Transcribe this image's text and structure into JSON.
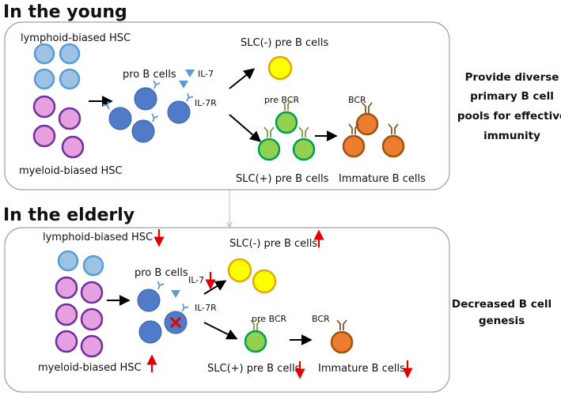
{
  "young": {
    "title": "In the young",
    "lymphoid_hsc": "lymphoid-biased HSC",
    "myeloid_hsc": "myeloid-biased HSC",
    "pro_b": "pro B cells",
    "il7": "IL-7",
    "il7r": "IL-7R",
    "slc_neg": "SLC(-) pre B cells",
    "pre_bcr": "pre BCR",
    "slc_pos": "SLC(+) pre B cells",
    "bcr": "BCR",
    "immature": "Immature B cells",
    "outcome_lines": [
      "Provide diverse",
      "primary B cell",
      "pools for effective",
      "immunity"
    ]
  },
  "elderly": {
    "title": "In the elderly",
    "lymphoid_hsc": "lymphoid-biased HSC",
    "myeloid_hsc": "myeloid-biased HSC",
    "pro_b": "pro B cells",
    "il7": "IL-7",
    "il7r": "IL-7R",
    "slc_neg": "SLC(-) pre B cells",
    "pre_bcr": "pre BCR",
    "slc_pos": "SLC(+) pre B cells",
    "bcr": "BCR",
    "immature": "Immature B cells",
    "outcome_lines": [
      "Decreased B cell",
      "genesis"
    ]
  },
  "colors": {
    "hsc_lymphoid": "#9cc3e6",
    "hsc_lymphoid_stroke": "#5b9bd5",
    "hsc_myeloid": "#e6a0e0",
    "hsc_myeloid_stroke": "#7030a0",
    "pro_b": "#4f7bc8",
    "il7": "#5b9bd5",
    "slc_neg": "#ffff00",
    "slc_neg_stroke": "#e6a800",
    "slc_pos": "#92d050",
    "slc_pos_stroke": "#00a050",
    "immature": "#ed7d31",
    "immature_stroke": "#a0520f",
    "arrow_down_up": "#e00000"
  }
}
